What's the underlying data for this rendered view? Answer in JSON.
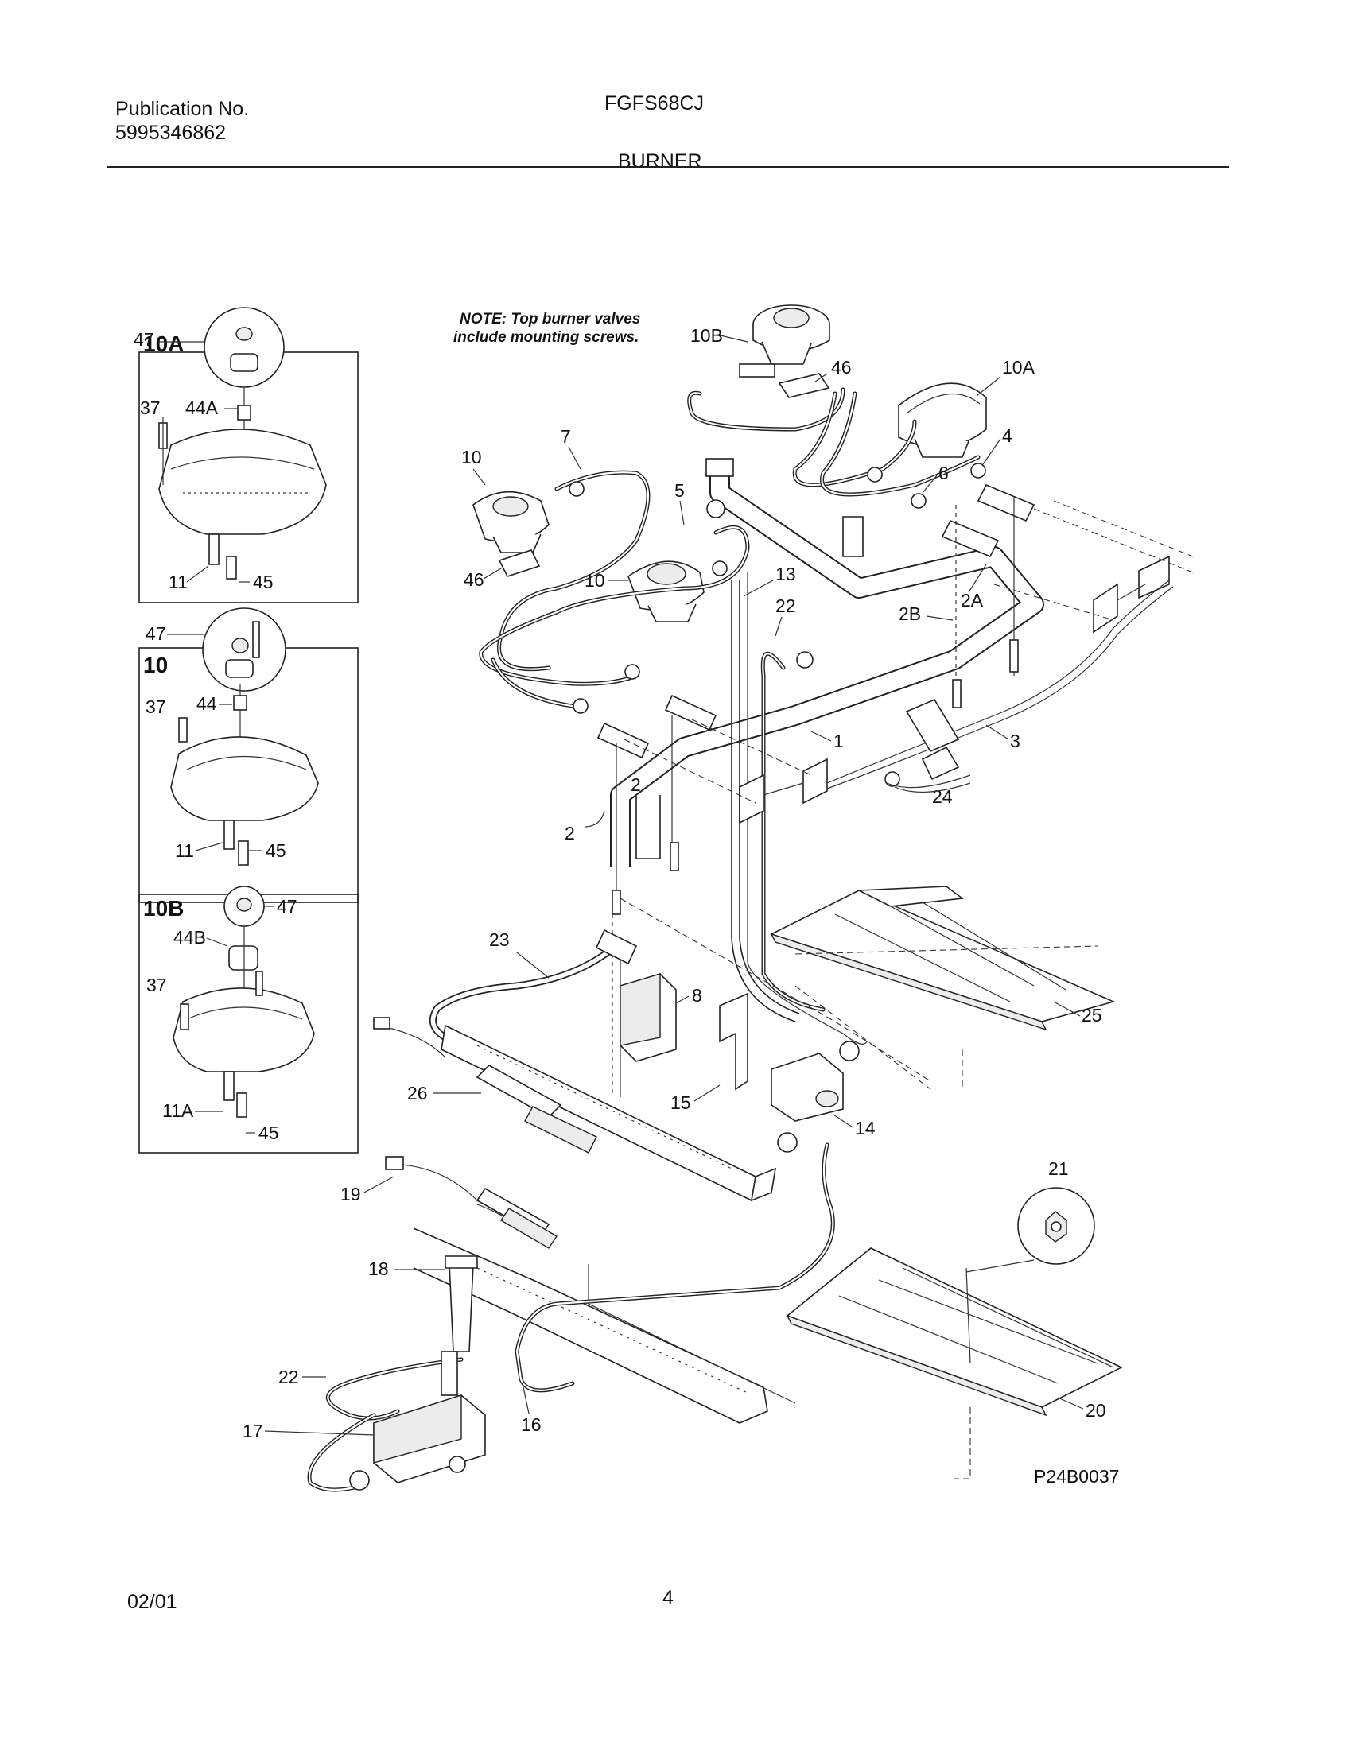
{
  "header": {
    "publication_label": "Publication No.",
    "publication_number": "5995346862",
    "model": "FGFS68CJ",
    "section": "BURNER"
  },
  "footer": {
    "date": "02/01",
    "page": "4"
  },
  "diagram": {
    "note_line1": "NOTE: Top burner valves",
    "note_line2": "include mounting screws.",
    "drawing_id": "P24B0037",
    "inset_10a": {
      "title": "10A",
      "labels": {
        "c47": "47",
        "c37": "37",
        "c44a": "44A",
        "c11": "11",
        "c45": "45"
      }
    },
    "inset_10": {
      "title": "10",
      "labels": {
        "c47": "47",
        "c37": "37",
        "c44": "44",
        "c11": "11",
        "c45": "45"
      }
    },
    "inset_10b": {
      "title": "10B",
      "labels": {
        "c47": "47",
        "c44b": "44B",
        "c37": "37",
        "c11a": "11A",
        "c45": "45"
      }
    },
    "callouts": {
      "c10b": "10B",
      "c46top": "46",
      "c10a": "10A",
      "c7": "7",
      "c10left": "10",
      "c5": "5",
      "c4": "4",
      "c6": "6",
      "c46left": "46",
      "c10mid": "10",
      "c13": "13",
      "c22top": "22",
      "c2b": "2B",
      "c2a": "2A",
      "c1": "1",
      "c3": "3",
      "c2mid": "2",
      "c2left": "2",
      "c24": "24",
      "c23": "23",
      "c8": "8",
      "c25": "25",
      "c26": "26",
      "c15": "15",
      "c14": "14",
      "c21": "21",
      "c19": "19",
      "c18": "18",
      "c22bot": "22",
      "c17": "17",
      "c16": "16",
      "c20": "20"
    }
  }
}
